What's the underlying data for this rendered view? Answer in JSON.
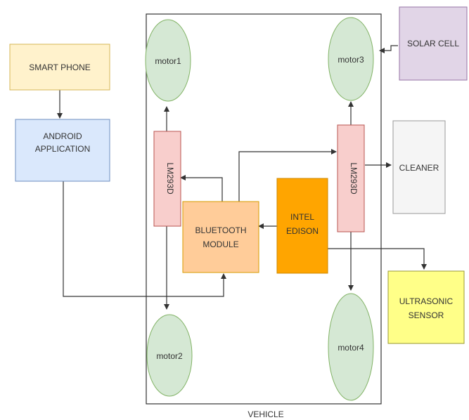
{
  "diagram": {
    "frame_label": "VEHICLE",
    "colors": {
      "line": "#333333",
      "motor_fill": "#d5e8d4",
      "driver_fill": "#f8cecc",
      "bluetooth_fill": "#ffcc99",
      "intel_fill": "#ffa500",
      "smartphone_fill": "#fff2cc",
      "android_fill": "#dae8fc",
      "solar_fill": "#e1d5e7",
      "cleaner_fill": "#f5f5f5",
      "ultrasonic_fill": "#ffff88"
    },
    "blocks": {
      "smart_phone": "SMART PHONE",
      "android_app": [
        "ANDROID",
        "APPLICATION"
      ],
      "solar_cell": "SOLAR CELL",
      "cleaner": "CLEANER",
      "ultrasonic": [
        "ULTRASONIC",
        "SENSOR"
      ],
      "bluetooth": [
        "BLUETOOTH",
        "MODULE"
      ],
      "intel": [
        "INTEL",
        "EDISON"
      ],
      "driver_left": "LM293D",
      "driver_right": "LM293D"
    },
    "motors": {
      "m1": "motor1",
      "m2": "motor2",
      "m3": "motor3",
      "m4": "motor4"
    }
  }
}
